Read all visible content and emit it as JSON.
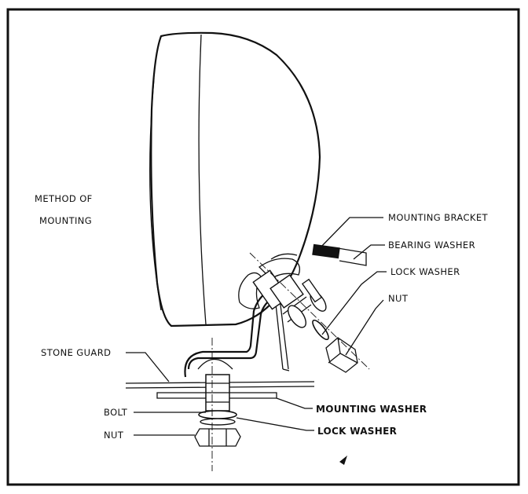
{
  "title": {
    "line1": "METHOD OF",
    "line2": "MOUNTING"
  },
  "labels": {
    "mounting_bracket": "MOUNTING BRACKET",
    "bearing_washer": "BEARING WASHER",
    "lock_washer_upper": "LOCK WASHER",
    "nut_upper": "NUT",
    "stone_guard": "STONE GUARD",
    "bolt": "BOLT",
    "nut_lower": "NUT",
    "mounting_washer": "MOUNTING WASHER",
    "lock_washer_lower": "LOCK WASHER"
  }
}
